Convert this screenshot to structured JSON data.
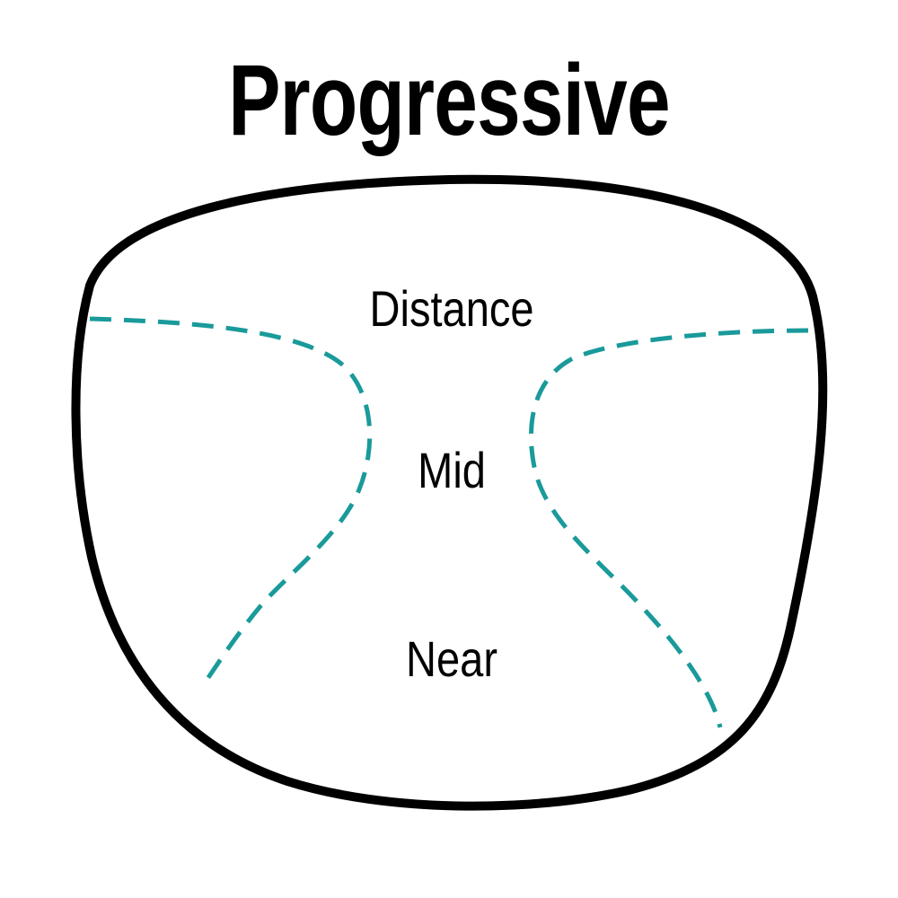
{
  "title": "Progressive",
  "zones": {
    "distance": "Distance",
    "mid": "Mid",
    "near": "Near"
  },
  "colors": {
    "outline": "#000000",
    "zone_divider": "#1a9a9a",
    "background": "#ffffff"
  }
}
